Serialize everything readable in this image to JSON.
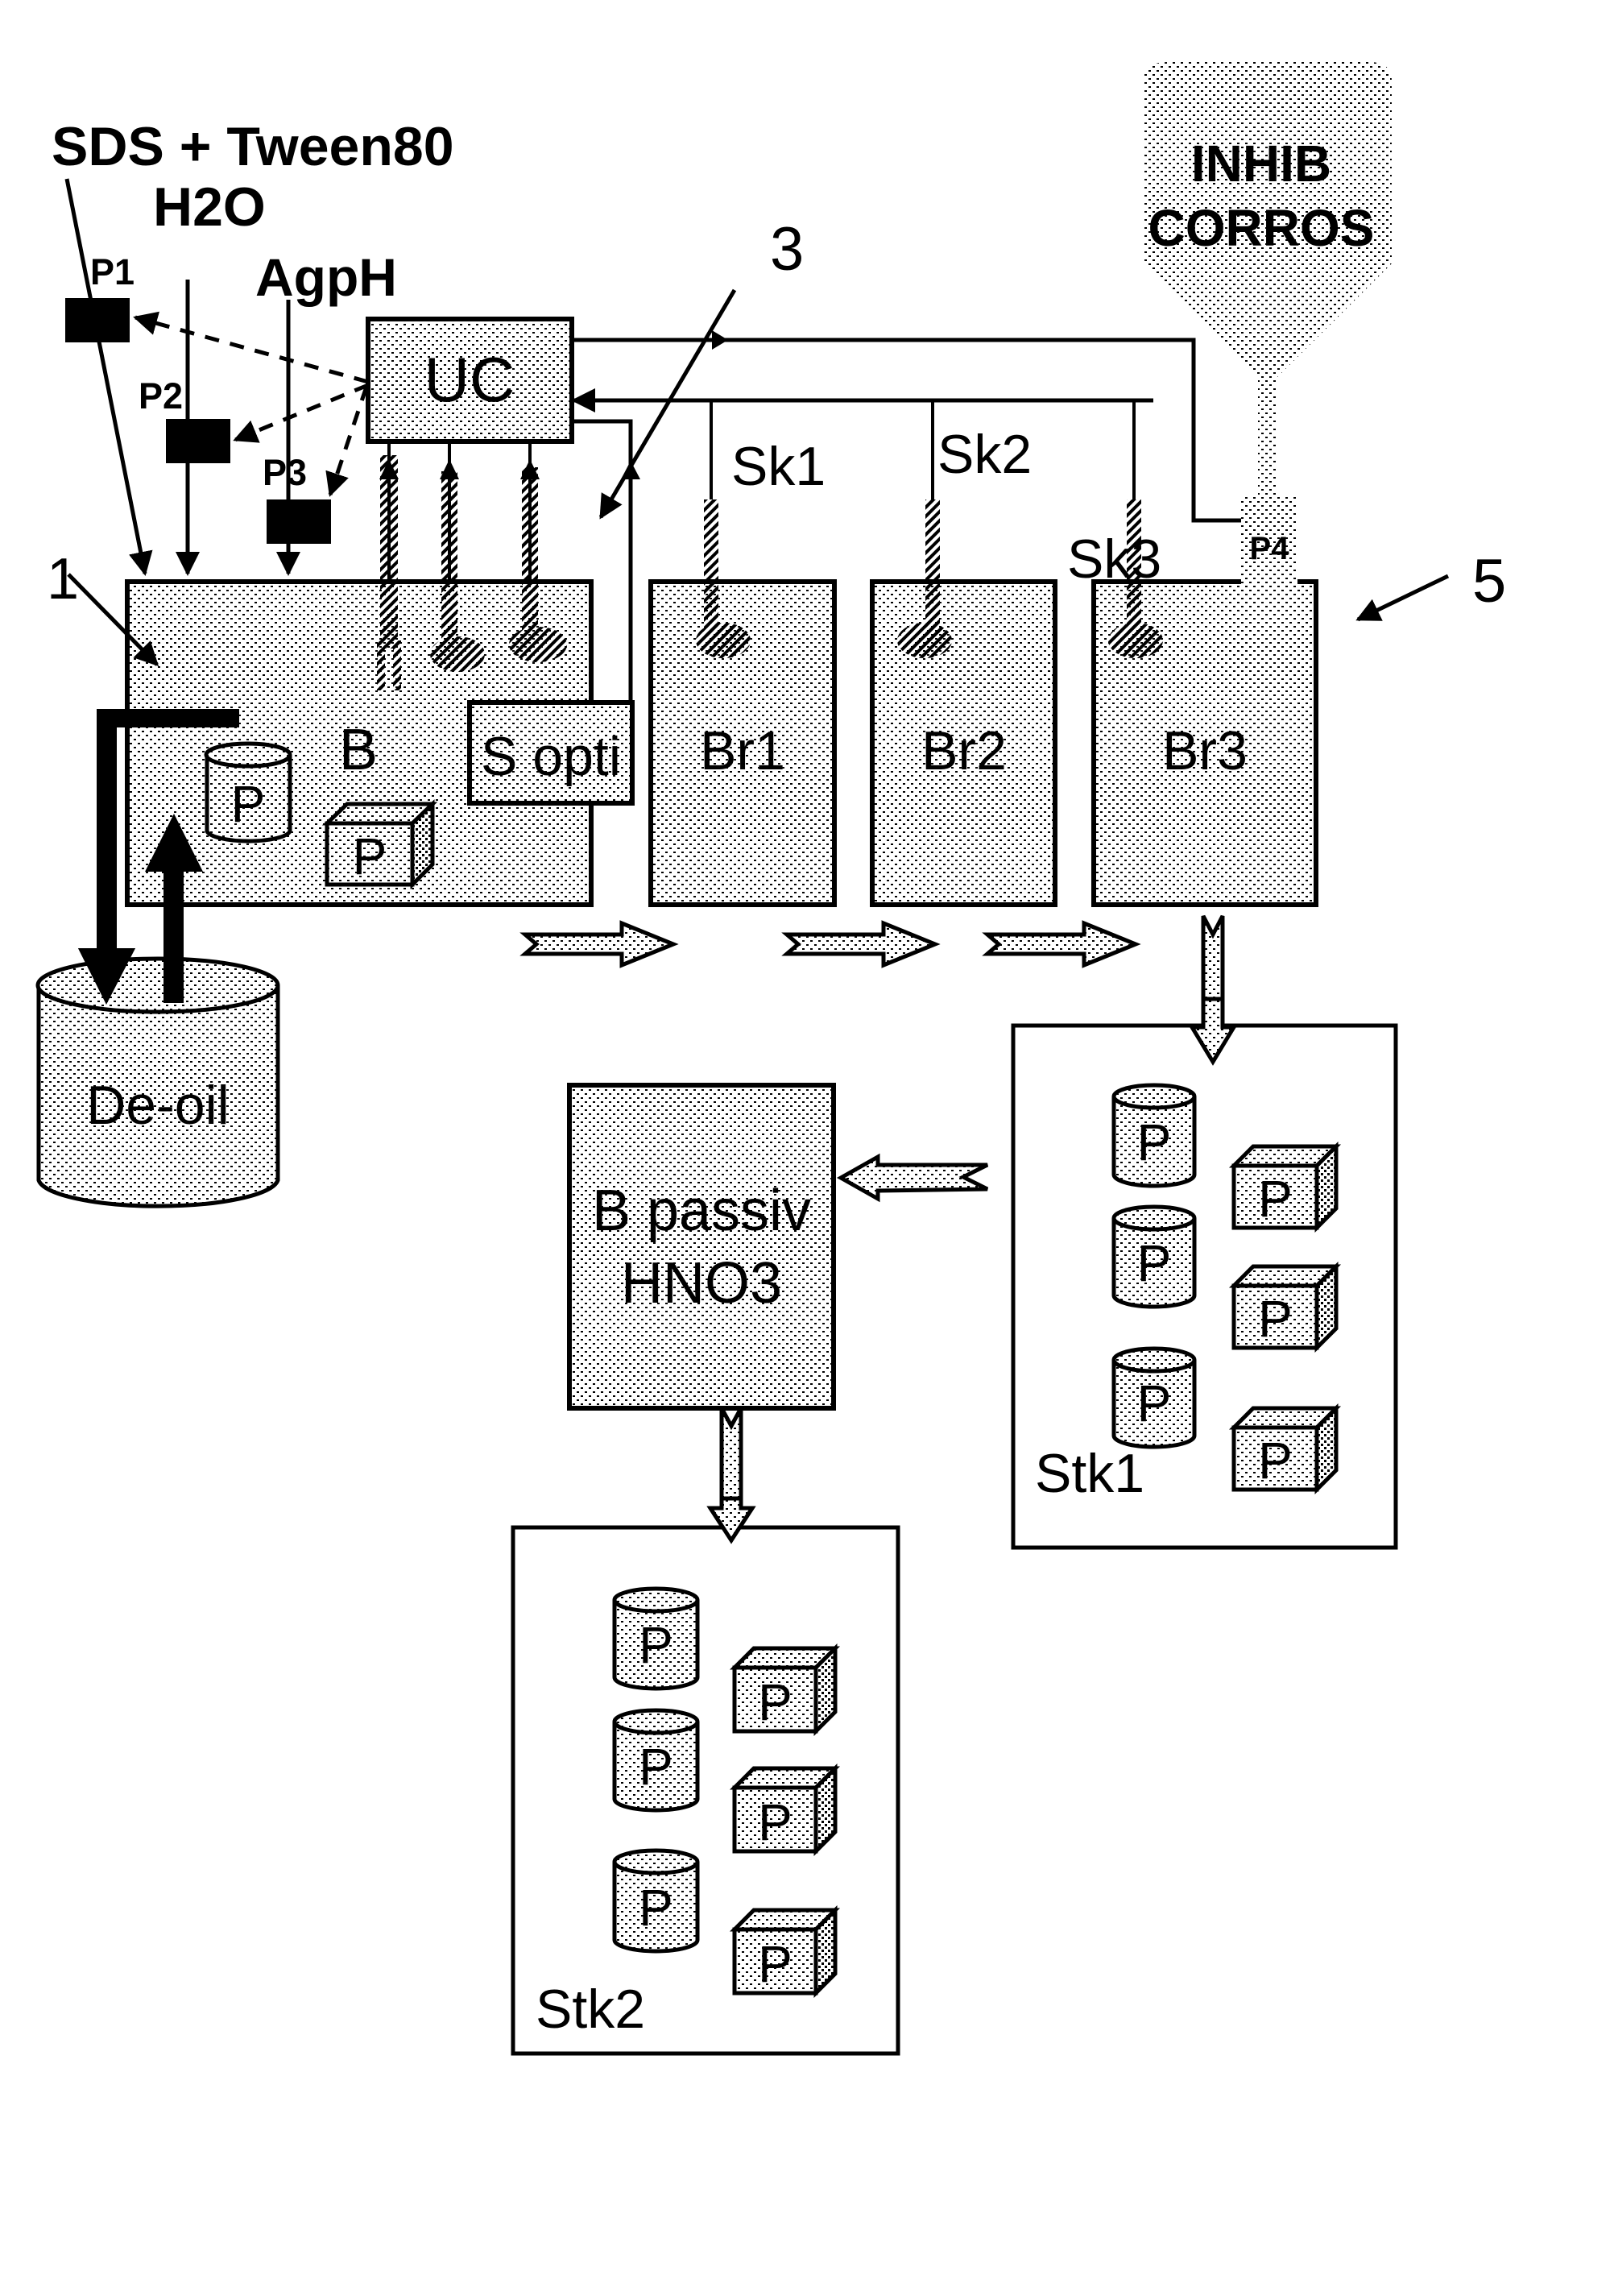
{
  "diagram": {
    "title": "Degreasing / corrosion inhibition process line",
    "inputs": {
      "surfactant": "SDS + Tween80",
      "water": "H2O",
      "ph_agent": "AgpH",
      "inhibitor_line1": "INHIB",
      "inhibitor_line2": "CORROS"
    },
    "pumps": [
      "P1",
      "P2",
      "P3",
      "P4"
    ],
    "control_unit": "UC",
    "tanks": {
      "main_bath": "B",
      "optical_sensor": "S opti",
      "rinse": [
        "Br1",
        "Br2",
        "Br3"
      ],
      "deoil": "De-oil",
      "passivation_line1": "B passiv",
      "passivation_line2": "HNO3"
    },
    "sensors": [
      "Sk1",
      "Sk2",
      "Sk3"
    ],
    "storage": [
      "Stk1",
      "Stk2"
    ],
    "part_label": "P",
    "reference_numbers": [
      "1",
      "3",
      "5"
    ]
  }
}
